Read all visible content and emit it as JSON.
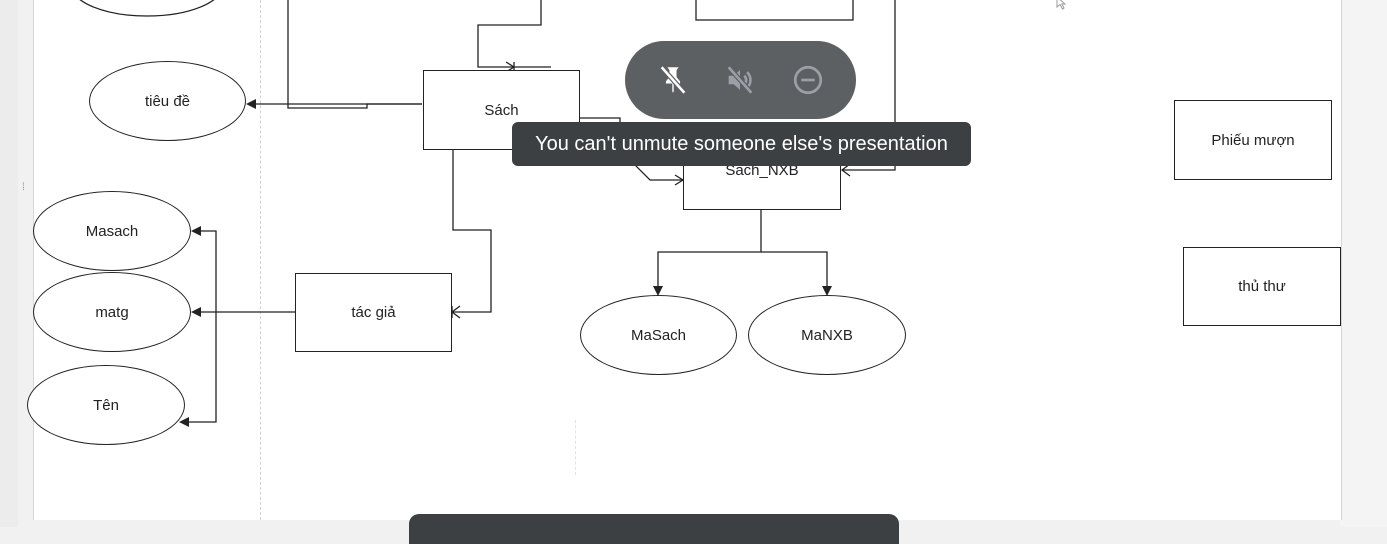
{
  "diagram": {
    "entities": {
      "sach": "Sách",
      "sach_nxb": "Sach_NXB",
      "tac_gia": "tác giả",
      "phieu_muon": "Phiếu mượn",
      "thu_thu": "thủ thư"
    },
    "attributes": {
      "tieu_de": "tiêu đề",
      "masach_left": "Masach",
      "matg": "matg",
      "ten": "Tên",
      "masach_right": "MaSach",
      "manxb": "MaNXB"
    }
  },
  "presentation_controls": {
    "buttons": [
      {
        "icon": "unpin-icon",
        "enabled": true
      },
      {
        "icon": "volume-off-icon",
        "enabled": false
      },
      {
        "icon": "remove-circle-icon",
        "enabled": false
      }
    ],
    "tooltip": "You can't unmute someone else's presentation"
  },
  "colors": {
    "control_bar": "#5c6063",
    "tooltip_bg": "#3c4043",
    "disabled_icon": "#9aa0a6"
  }
}
